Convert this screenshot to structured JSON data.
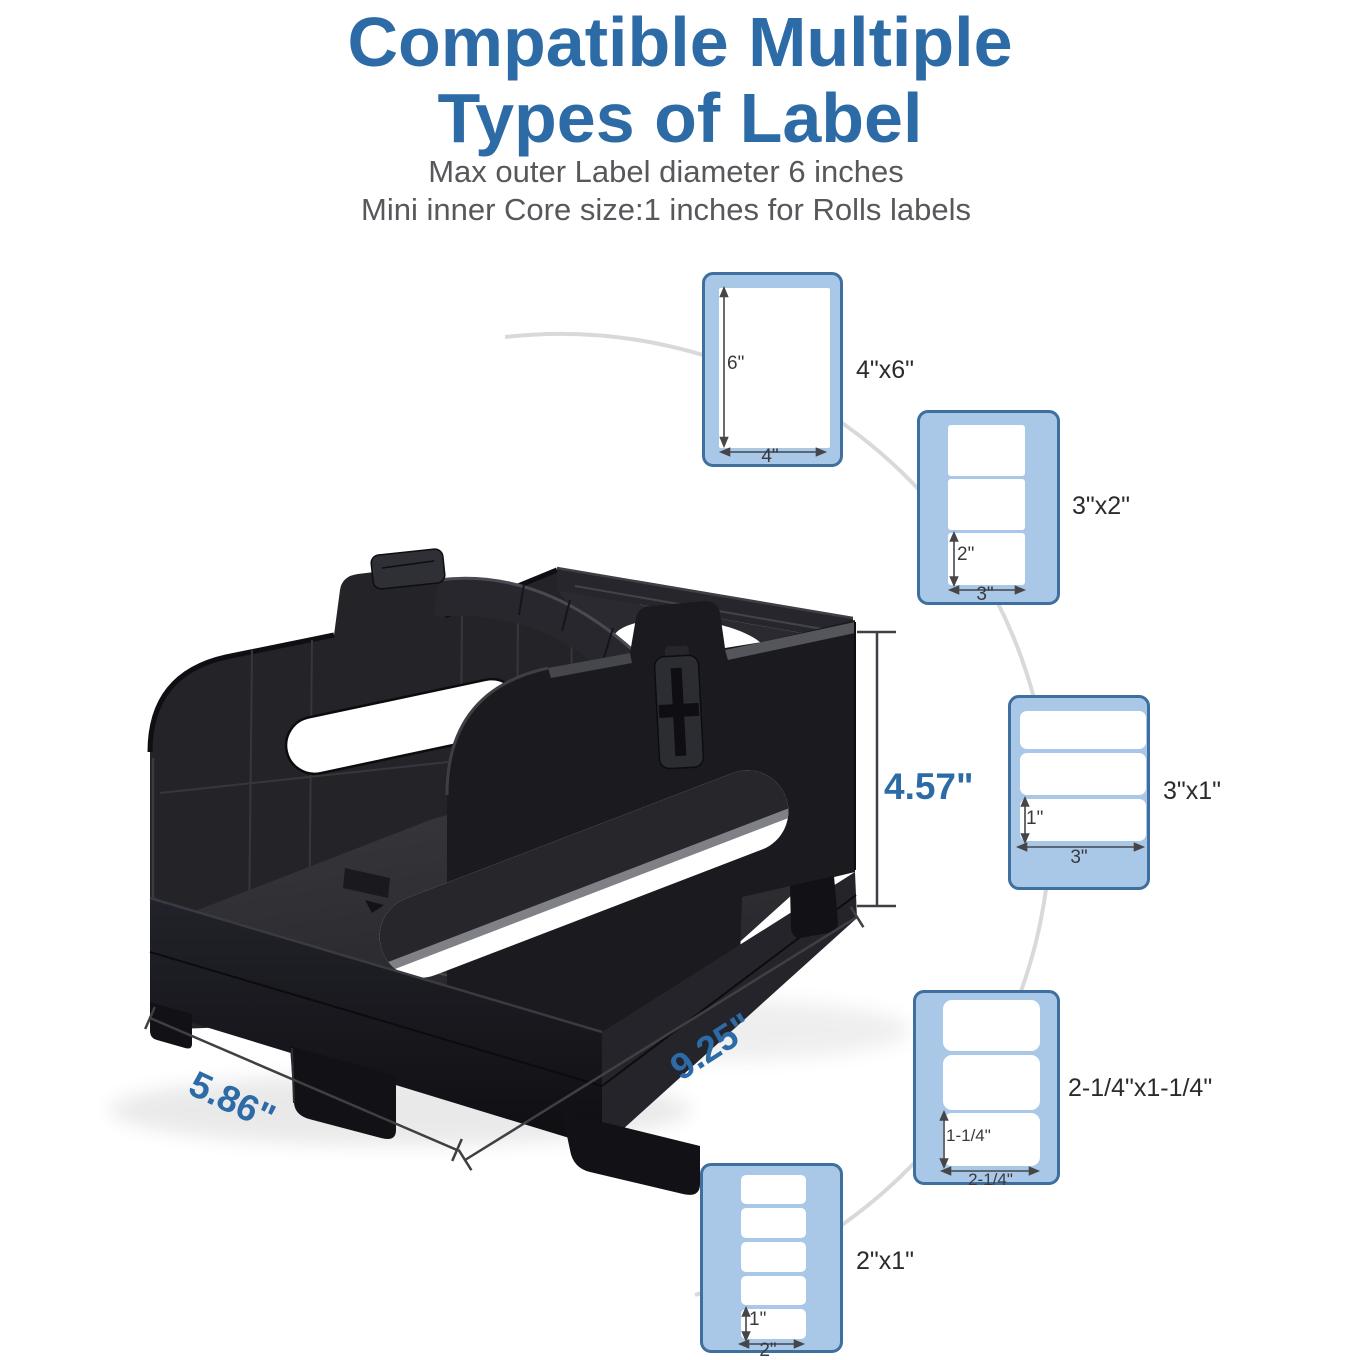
{
  "title": {
    "line1": "Compatible Multiple",
    "line2": "Types of Label"
  },
  "subtitle": {
    "line1": "Max outer Label diameter 6 inches",
    "line2": "Mini inner Core size:1 inches for Rolls labels"
  },
  "product": {
    "name": "label roll holder",
    "height_label": "4.57\"",
    "length_label": "9.25\"",
    "width_label": "5.86\""
  },
  "label_sizes": [
    {
      "caption": "4\"x6\"",
      "height_dim": "6\"",
      "width_dim": "4\"",
      "labels_shown": 1
    },
    {
      "caption": "3\"x2\"",
      "height_dim": "2\"",
      "width_dim": "3\"",
      "labels_shown": 3
    },
    {
      "caption": "3\"x1\"",
      "height_dim": "1\"",
      "width_dim": "3\"",
      "labels_shown": 3
    },
    {
      "caption": "2-1/4\"x1-1/4\"",
      "height_dim": "1-1/4\"",
      "width_dim": "2-1/4\"",
      "labels_shown": 3
    },
    {
      "caption": "2\"x1\"",
      "height_dim": "1\"",
      "width_dim": "2\"",
      "labels_shown": 5
    }
  ],
  "colors": {
    "title_text": "#2c6ba6",
    "subtitle_text": "#57585b",
    "label_box_fill": "#a9c7e6",
    "label_box_border": "#3e6f9e",
    "connector_arc": "#d9d9d9",
    "dimension_line": "#3f3f44",
    "caption_text": "#2b2b2d",
    "product_body": "#1d1d22"
  }
}
